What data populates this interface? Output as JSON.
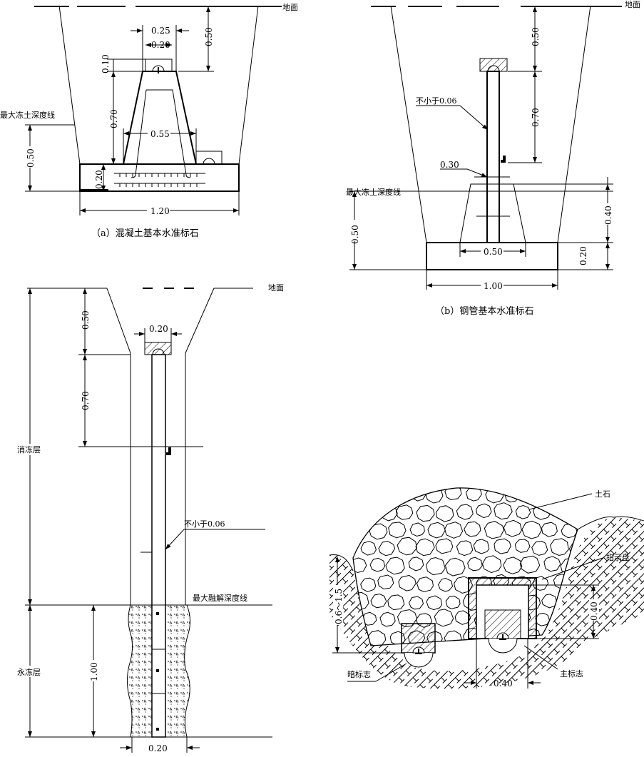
{
  "ground_label": "地面",
  "a": {
    "caption": "（a）混凝土基本水准标石",
    "frost_line": "最大冻土深度线",
    "dims": {
      "top_w": "0.25",
      "cap_w": "0.20",
      "depth_top": "0.50",
      "cap_h": "0.10",
      "pillar_h": "0.70",
      "pillar_w": "0.55",
      "frost_depth": "0.50",
      "base_h": "0.20",
      "base_w": "1.20"
    }
  },
  "b": {
    "caption": "（b）钢管基本水准标石",
    "frost_line": "最大冻土深度线",
    "min_label": "不小于0.06",
    "d030": "0.30",
    "dims": {
      "depth_top": "0.50",
      "pipe_h": "0.70",
      "cone_h": "0.40",
      "base_h": "0.20",
      "frost_depth": "0.50",
      "cone_w": "0.50",
      "base_w": "1.00"
    }
  },
  "c": {
    "thaw_layer": "消冻层",
    "perma_layer": "永冻层",
    "thaw_line": "最大融解深度线",
    "min_label": "不小于0.06",
    "dims": {
      "cap_w": "0.20",
      "depth_top": "0.50",
      "mark_h": "0.70",
      "perma_h": "1.00",
      "bottom_w": "0.20"
    }
  },
  "d": {
    "soil_stone": "土石",
    "indicator": "指示盘",
    "hidden_mark": "暗标志",
    "main_mark": "主标志",
    "dims": {
      "depth": "0.6～1.5",
      "box_h": "0.40",
      "box_w": "0.40"
    }
  }
}
